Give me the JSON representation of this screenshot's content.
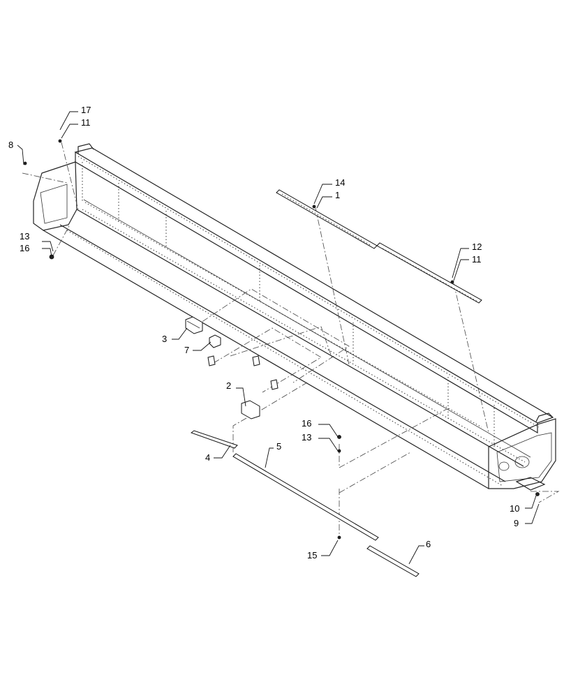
{
  "callouts": {
    "c1": "1",
    "c2": "2",
    "c3": "3",
    "c4": "4",
    "c5": "5",
    "c6": "6",
    "c7": "7",
    "c8": "8",
    "c9": "9",
    "c10": "10",
    "c11a": "11",
    "c11b": "11",
    "c12": "12",
    "c13a": "13",
    "c13b": "13",
    "c14": "14",
    "c15": "15",
    "c16a": "16",
    "c16b": "16",
    "c17": "17"
  }
}
